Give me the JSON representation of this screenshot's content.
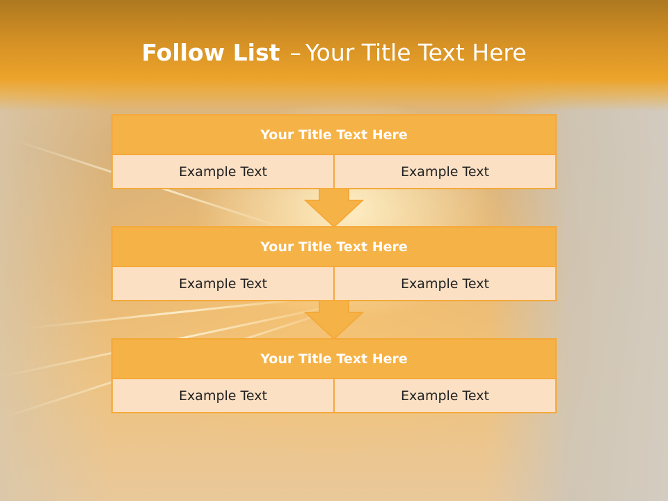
{
  "slide": {
    "title_bold": "Follow List",
    "title_separator": "–",
    "title_rest": "Your Title Text Here"
  },
  "steps": [
    {
      "title": "Your Title Text Here",
      "left": "Example Text",
      "right": "Example Text"
    },
    {
      "title": "Your Title Text Here",
      "left": "Example Text",
      "right": "Example Text"
    },
    {
      "title": "Your Title Text Here",
      "left": "Example Text",
      "right": "Example Text"
    }
  ],
  "colors": {
    "header": "#eca32a",
    "box_head": "#f5b247",
    "box_body": "#fce0c4",
    "border": "#f4a93a"
  }
}
